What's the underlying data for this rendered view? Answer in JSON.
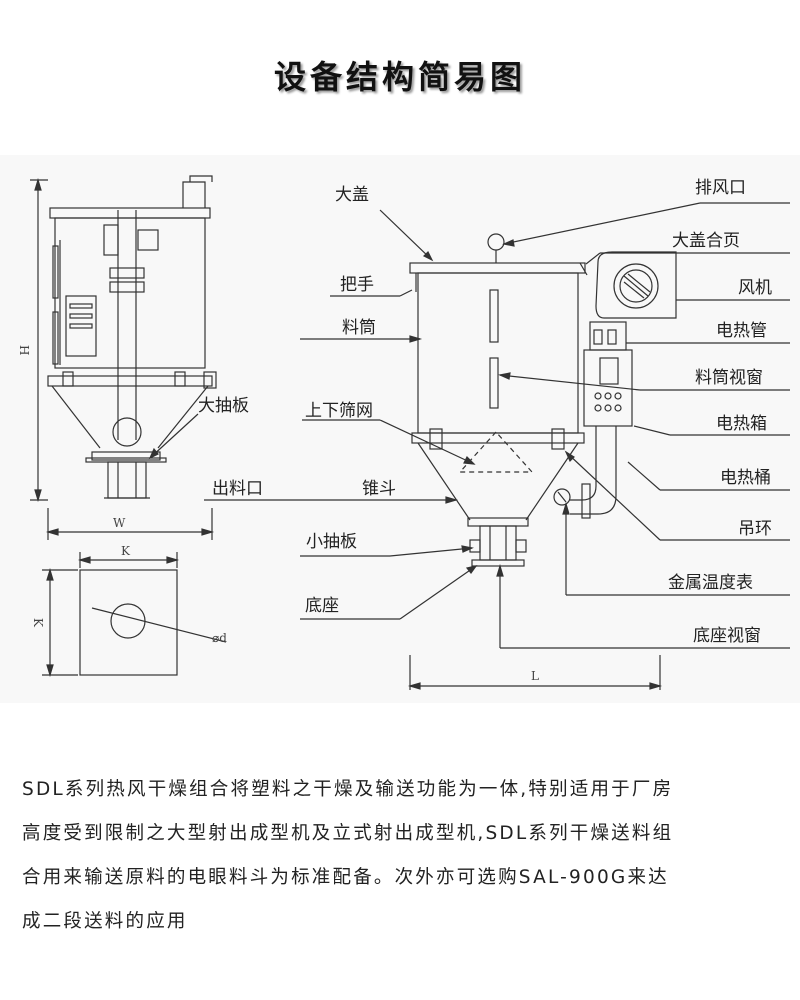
{
  "title": "设备结构简易图",
  "labels": {
    "dagai": "大盖",
    "paifengkou": "排风口",
    "dagaiheye": "大盖合页",
    "bashou": "把手",
    "fengji": "风机",
    "liaotong": "料筒",
    "dianreguan": "电热管",
    "liaotongshichuang": "料筒视窗",
    "dachouban": "大抽板",
    "shangxiashaiwang": "上下筛网",
    "dianrexiang": "电热箱",
    "dianretong": "电热桶",
    "chuliaokou": "出料口",
    "zhuidou": "锥斗",
    "diaohuan": "吊环",
    "xiaochouban": "小抽板",
    "jinshuwenduibiao": "金属温度表",
    "dizuo": "底座",
    "dizuoshichuang": "底座视窗"
  },
  "dimensions": {
    "h": "H",
    "w": "W",
    "k_top": "K",
    "k_side": "K",
    "d": "⌀d",
    "l": "L"
  },
  "description": [
    "SDL系列热风干燥组合将塑料之干燥及输送功能为一体,特别适用于厂房",
    "高度受到限制之大型射出成型机及立式射出成型机,SDL系列干燥送料组",
    "合用来输送原料的电眼料斗为标准配备。次外亦可选购SAL-900G来达",
    "成二段送料的应用"
  ]
}
